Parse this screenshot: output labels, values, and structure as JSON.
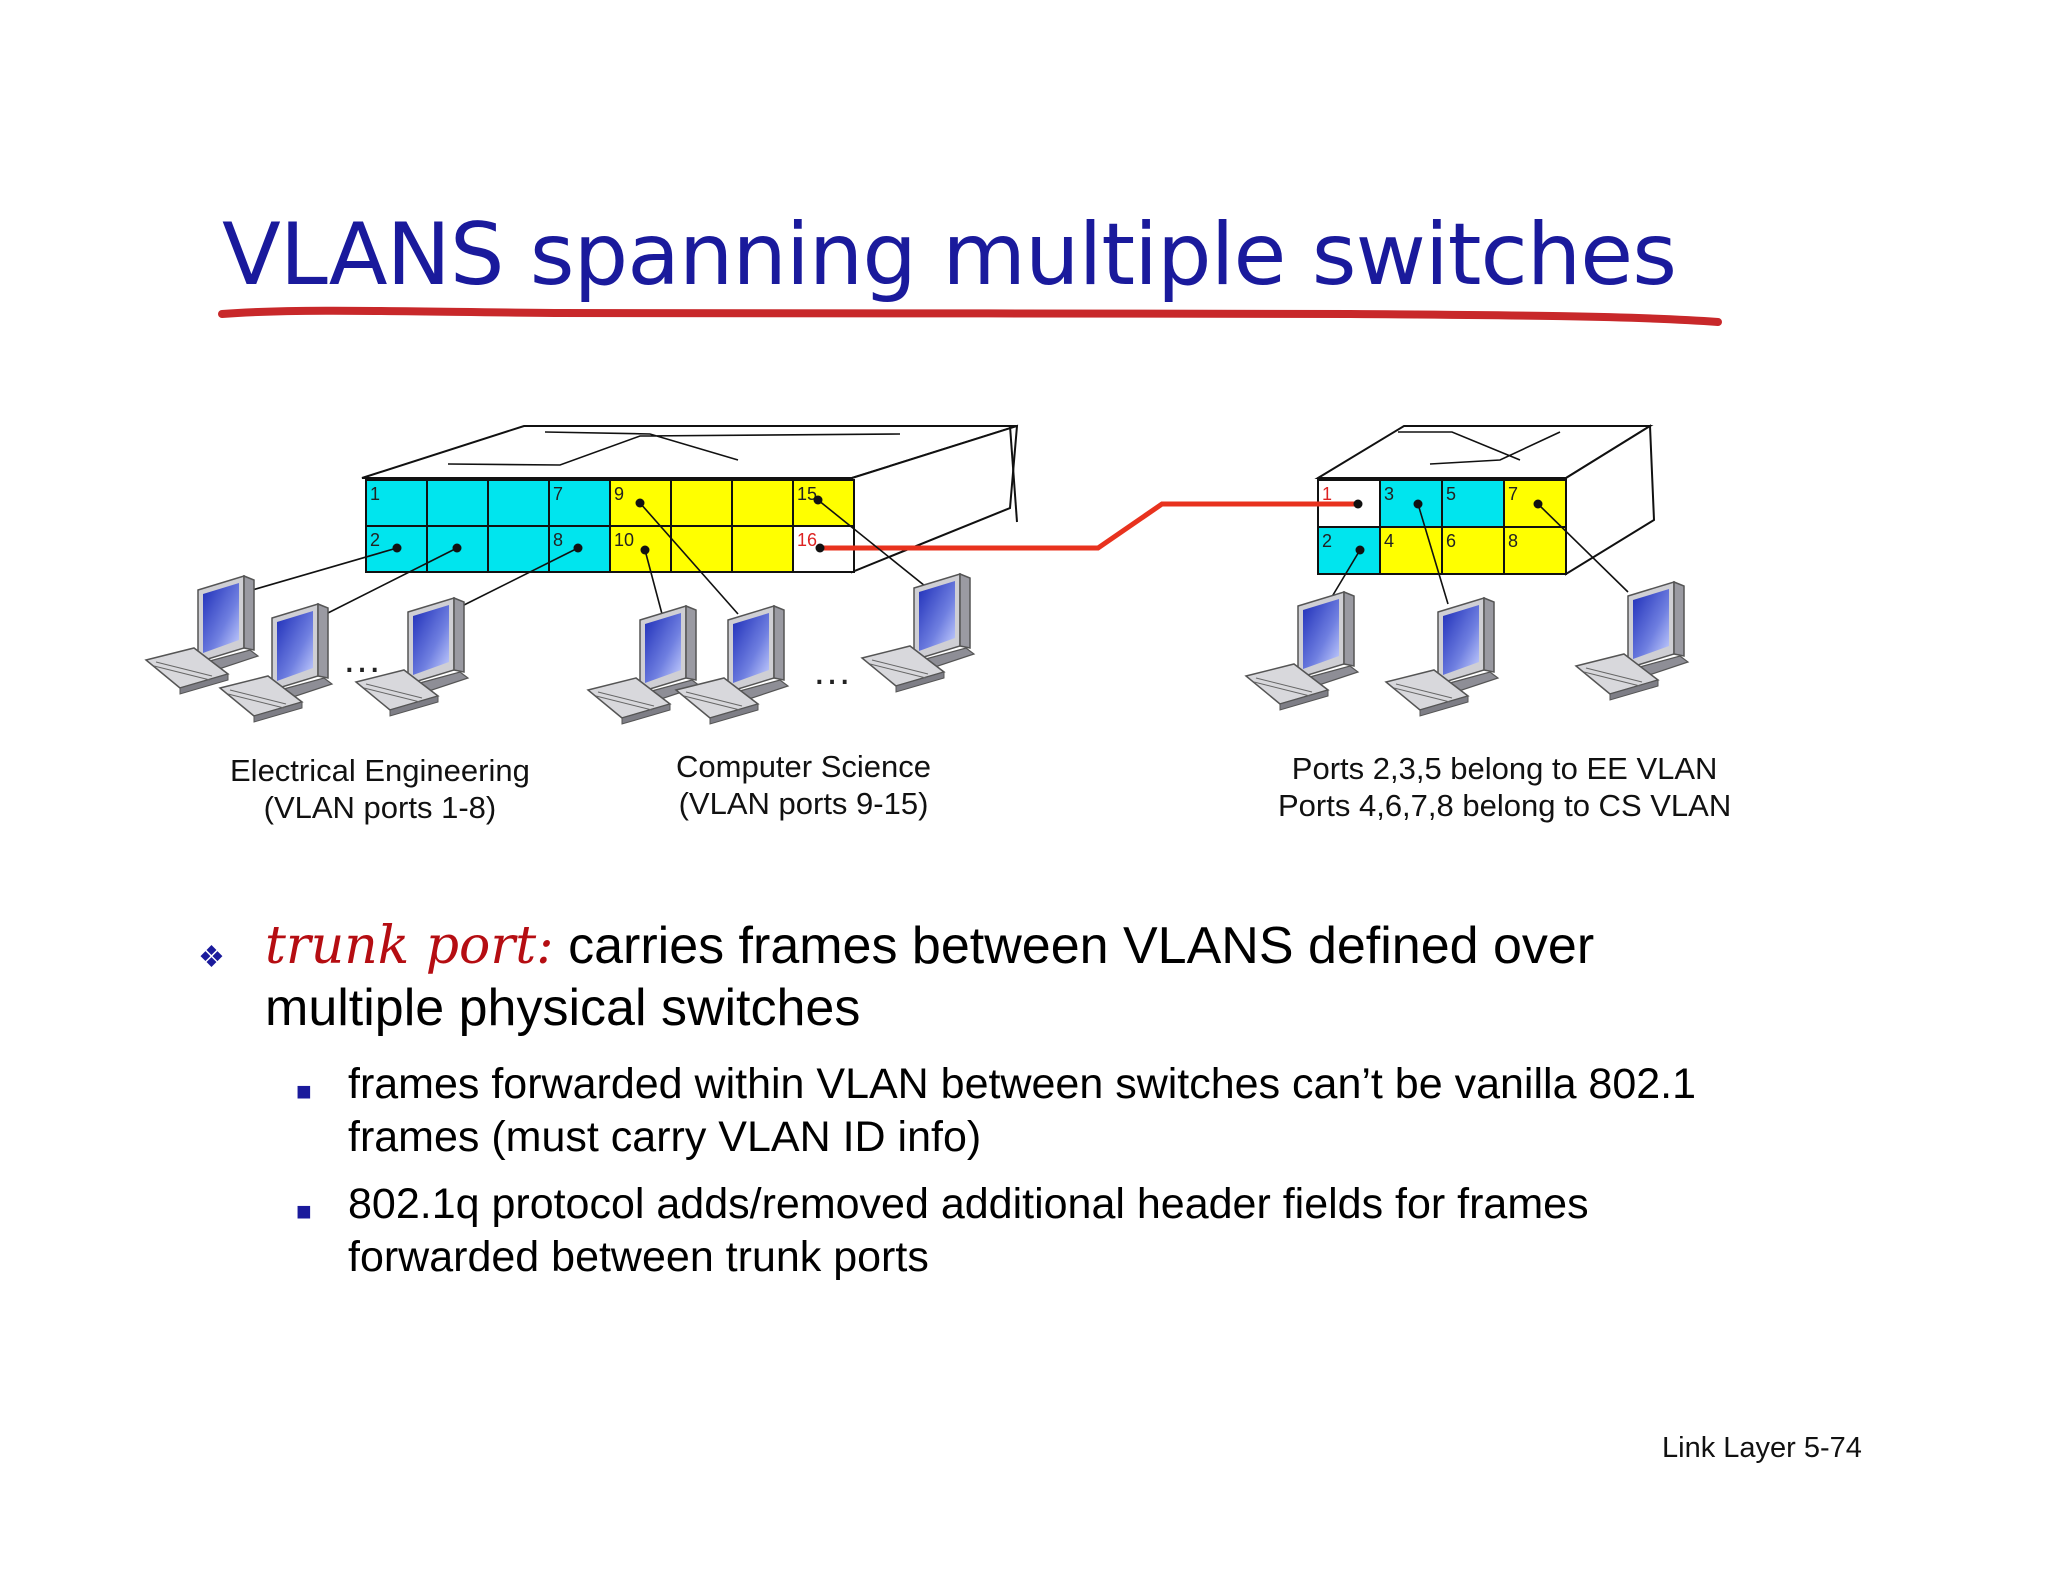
{
  "slide": {
    "title": "VLANS spanning multiple switches",
    "footer": "Link Layer  5-74"
  },
  "colors": {
    "title": "#1a1a9c",
    "underline": "#c8282a",
    "ee_vlan": "#00e5ee",
    "cs_vlan": "#ffff00",
    "trunk_link": "#e8321e",
    "trunk_label": "#d22222"
  },
  "diagram": {
    "switch1": {
      "top_row": [
        "1",
        "",
        "",
        "7",
        "9",
        "",
        "",
        "15"
      ],
      "bottom_row": [
        "2",
        "",
        "",
        "8",
        "10",
        "",
        "",
        "16"
      ],
      "cell_vlan_top": [
        "ee",
        "ee",
        "ee",
        "ee",
        "cs",
        "cs",
        "cs",
        "cs"
      ],
      "cell_vlan_bottom": [
        "ee",
        "ee",
        "ee",
        "ee",
        "cs",
        "cs",
        "cs",
        "trunk"
      ]
    },
    "switch2": {
      "top_row": [
        "1",
        "3",
        "5",
        "7"
      ],
      "bottom_row": [
        "2",
        "4",
        "6",
        "8"
      ],
      "cell_vlan_top": [
        "trunk",
        "ee",
        "ee",
        "cs"
      ],
      "cell_vlan_bottom": [
        "ee",
        "cs",
        "cs",
        "cs"
      ]
    },
    "ellipsis": "…",
    "captions": {
      "ee": [
        "Electrical Engineering",
        "(VLAN ports 1-8)"
      ],
      "cs": [
        "Computer Science",
        "(VLAN ports 9-15)"
      ],
      "switch2": [
        "Ports 2,3,5 belong to EE VLAN",
        "Ports 4,6,7,8 belong to CS VLAN"
      ]
    }
  },
  "bullets": {
    "main": {
      "marker": "❖",
      "term": "trunk port:",
      "text": " carries frames between VLANS defined over multiple physical switches"
    },
    "sub": [
      {
        "marker": "■",
        "text": "frames forwarded within VLAN between switches can’t be vanilla 802.1 frames (must carry VLAN ID info)"
      },
      {
        "marker": "■",
        "text": "802.1q protocol adds/removed additional header fields for frames forwarded between trunk ports"
      }
    ]
  }
}
